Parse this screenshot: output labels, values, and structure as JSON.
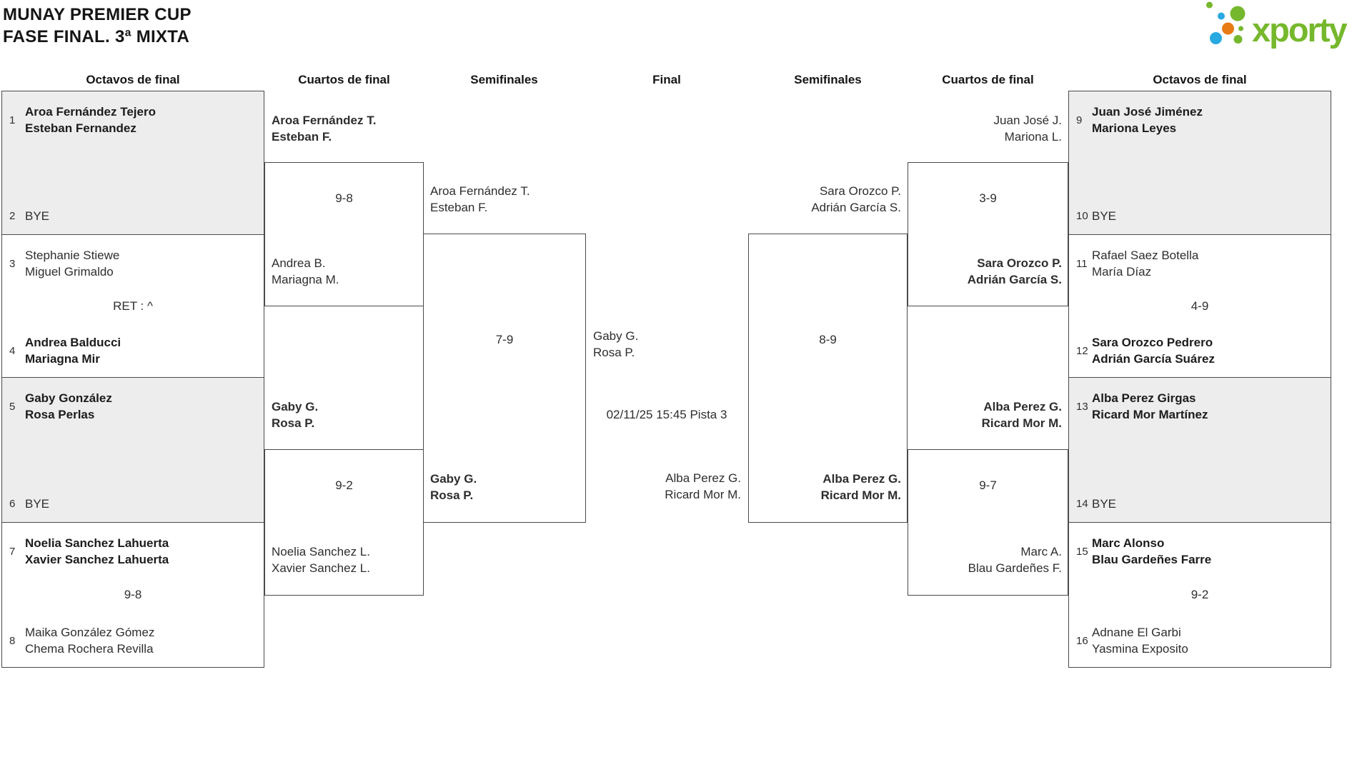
{
  "title": {
    "line1": "MUNAY PREMIER CUP",
    "line2": "FASE FINAL. 3ª MIXTA"
  },
  "logo": {
    "brand": "xporty",
    "colors": {
      "green": "#76b82d",
      "blue": "#29a9e1",
      "orange": "#e87b14"
    }
  },
  "round_headers": [
    "Octavos de final",
    "Cuartos de final",
    "Semifinales",
    "Final",
    "Semifinales",
    "Cuartos de final",
    "Octavos de final"
  ],
  "octavos_left": [
    {
      "seed_top": "1",
      "team_top": "Aroa Fernández Tejero\nEsteban Fernandez",
      "top_bold": true,
      "score": "",
      "seed_bottom": "2",
      "team_bottom": "BYE",
      "bottom_bold": false
    },
    {
      "seed_top": "3",
      "team_top": "Stephanie Stiewe\nMiguel Grimaldo",
      "top_bold": false,
      "score": "RET : ^",
      "seed_bottom": "4",
      "team_bottom": "Andrea Balducci\nMariagna Mir",
      "bottom_bold": true
    },
    {
      "seed_top": "5",
      "team_top": "Gaby González\nRosa Perlas",
      "top_bold": true,
      "score": "",
      "seed_bottom": "6",
      "team_bottom": "BYE",
      "bottom_bold": false
    },
    {
      "seed_top": "7",
      "team_top": "Noelia Sanchez Lahuerta\nXavier Sanchez Lahuerta",
      "top_bold": true,
      "score": "9-8",
      "seed_bottom": "8",
      "team_bottom": "Maika González Gómez\nChema Rochera Revilla",
      "bottom_bold": false
    }
  ],
  "octavos_right": [
    {
      "seed_top": "9",
      "team_top": "Juan José Jiménez\nMariona Leyes",
      "top_bold": true,
      "score": "",
      "seed_bottom": "10",
      "team_bottom": "BYE",
      "bottom_bold": false
    },
    {
      "seed_top": "11",
      "team_top": "Rafael Saez Botella\nMaría Díaz",
      "top_bold": false,
      "score": "4-9",
      "seed_bottom": "12",
      "team_bottom": "Sara Orozco Pedrero\nAdrián García Suárez",
      "bottom_bold": true
    },
    {
      "seed_top": "13",
      "team_top": "Alba Perez Girgas\nRicard Mor Martínez",
      "top_bold": true,
      "score": "",
      "seed_bottom": "14",
      "team_bottom": "BYE",
      "bottom_bold": false
    },
    {
      "seed_top": "15",
      "team_top": "Marc Alonso\nBlau Gardeñes Farre",
      "top_bold": true,
      "score": "9-2",
      "seed_bottom": "16",
      "team_bottom": "Adnane El Garbi\nYasmina Exposito",
      "bottom_bold": false
    }
  ],
  "cuartos_left": [
    {
      "top": "Aroa Fernández T.\nEsteban F.",
      "top_bold": true,
      "score": "9-8",
      "bottom": "Andrea B.\nMariagna M.",
      "bottom_bold": false
    },
    {
      "top": "Gaby G.\nRosa P.",
      "top_bold": true,
      "score": "9-2",
      "bottom": "Noelia Sanchez L.\nXavier Sanchez L.",
      "bottom_bold": false
    }
  ],
  "cuartos_right": [
    {
      "top": "Juan José J.\nMariona L.",
      "top_bold": false,
      "score": "3-9",
      "bottom": "Sara Orozco P.\nAdrián García S.",
      "bottom_bold": true
    },
    {
      "top": "Alba Perez G.\nRicard Mor M.",
      "top_bold": true,
      "score": "9-7",
      "bottom": "Marc A.\nBlau Gardeñes F.",
      "bottom_bold": false
    }
  ],
  "semifinal_left": {
    "top": "Aroa Fernández T.\nEsteban F.",
    "top_bold": false,
    "score": "7-9",
    "bottom": "Gaby G.\nRosa P.",
    "bottom_bold": true
  },
  "semifinal_right": {
    "top": "Sara Orozco P.\nAdrián García S.",
    "top_bold": false,
    "score": "8-9",
    "bottom": "Alba Perez G.\nRicard Mor M.",
    "bottom_bold": true
  },
  "final": {
    "left_team": "Gaby G.\nRosa P.",
    "info": "02/11/25 15:45 Pista 3",
    "right_team": "Alba Perez G.\nRicard Mor M."
  }
}
